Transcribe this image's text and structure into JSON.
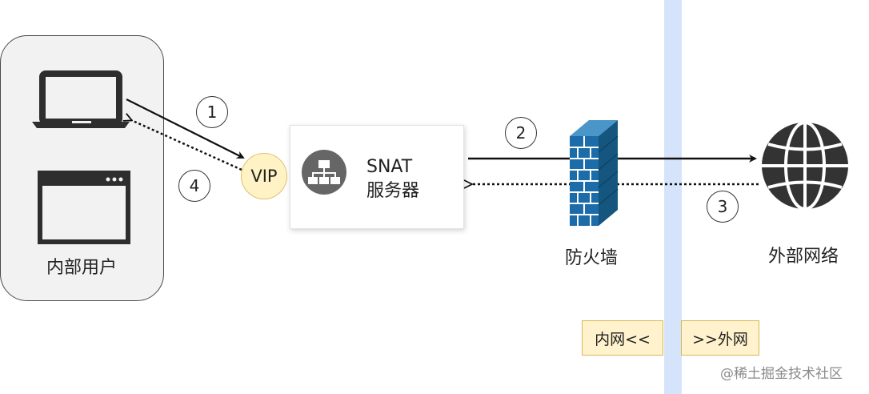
{
  "internal_users": {
    "label": "内部用户"
  },
  "vip": {
    "label": "VIP"
  },
  "snat_server": {
    "line1": "SNAT",
    "line2": "服务器"
  },
  "firewall": {
    "label": "防火墙"
  },
  "external_network": {
    "label": "外部网络"
  },
  "steps": [
    "1",
    "2",
    "3",
    "4"
  ],
  "zones": {
    "internal": "内网<<",
    "external": ">>外网"
  },
  "watermark": "@稀土掘金技术社区",
  "colors": {
    "divider": "#d6e4fb",
    "vip_fill": "#fff2c4",
    "zone_tag_fill": "#fff2cc",
    "firewall": "#1b6ca8",
    "icon_dark": "#2e2e2e",
    "snat_icon": "#666666"
  },
  "icons": [
    "laptop-icon",
    "browser-window-icon",
    "network-sitemap-icon",
    "firewall-icon",
    "globe-icon"
  ]
}
